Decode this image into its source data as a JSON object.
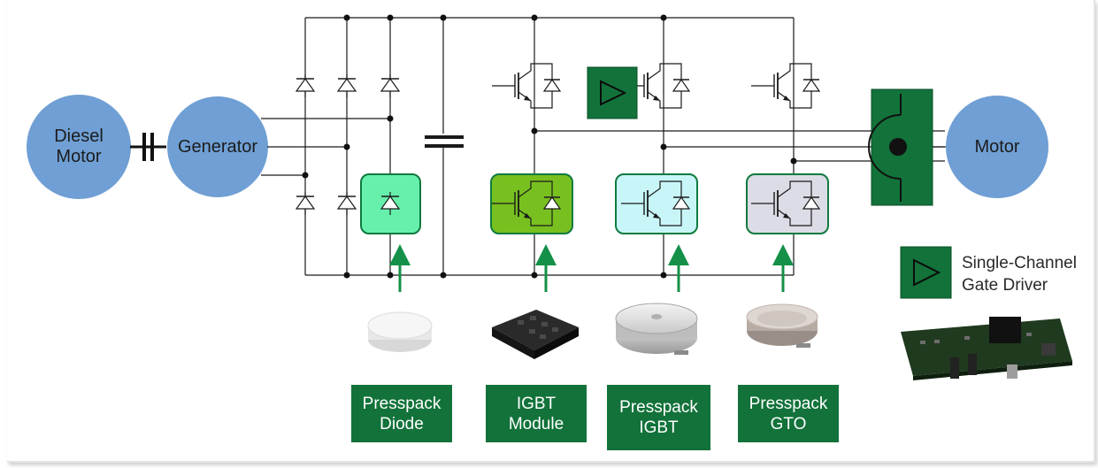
{
  "machines": {
    "diesel_motor": "Diesel\nMotor",
    "generator": "Generator",
    "motor": "Motor"
  },
  "devices": [
    {
      "label": "Presspack\nDiode",
      "fill": "#66f0ac"
    },
    {
      "label": "IGBT\nModule",
      "fill": "#78c020"
    },
    {
      "label": "Presspack\nIGBT",
      "fill": "#c8f6f8"
    },
    {
      "label": "Presspack\nGTO",
      "fill": "#dcdce6"
    }
  ],
  "legend": {
    "gate_driver": "Single-Channel\nGate Driver"
  },
  "colors": {
    "machine_fill": "#6f9fd4",
    "label_green": "#12723a",
    "arrow_green": "#149048",
    "wire": "#1a1a1a"
  }
}
